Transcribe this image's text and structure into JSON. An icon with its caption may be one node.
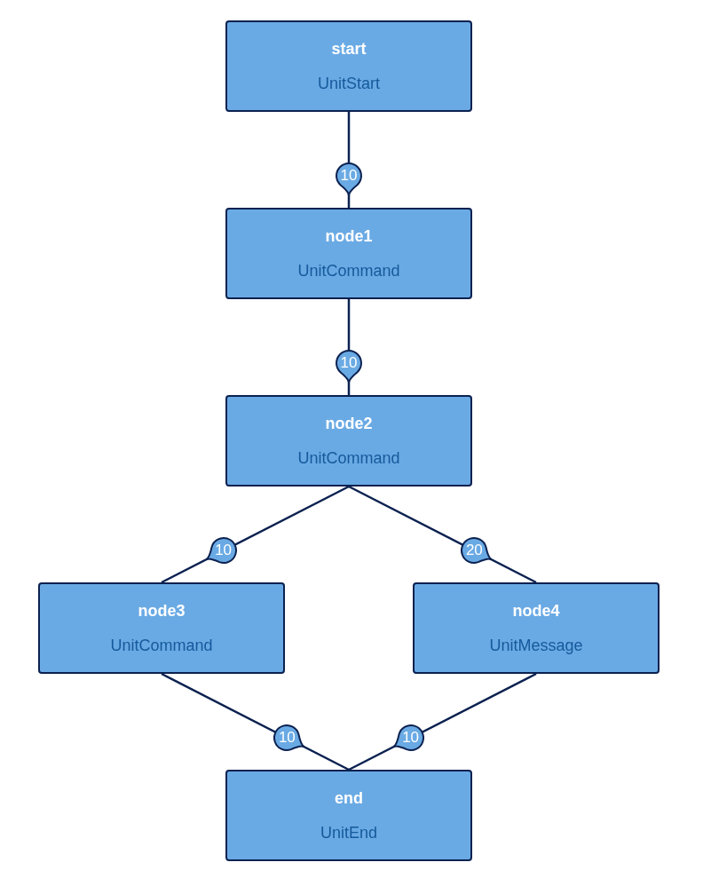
{
  "diagram": {
    "nodes": [
      {
        "text": [
          "start",
          "UnitStart"
        ]
      },
      {
        "text": [
          "node1",
          "UnitCommand"
        ]
      },
      {
        "text": [
          "node2",
          "UnitCommand"
        ]
      },
      {
        "text": [
          "node3",
          "UnitCommand"
        ]
      },
      {
        "text": [
          "node4",
          "UnitMessage"
        ]
      },
      {
        "text": [
          "end",
          "UnitEnd"
        ]
      }
    ],
    "edges": [
      {
        "from": 0,
        "to": 1,
        "arrow": "none",
        "label": "10"
      },
      {
        "from": 1,
        "to": 2,
        "arrow": "none",
        "label": "10"
      },
      {
        "from": 2,
        "to": 3,
        "arrow": "none",
        "label": "10"
      },
      {
        "from": 2,
        "to": 4,
        "arrow": "none",
        "label": "20"
      },
      {
        "from": 3,
        "to": 5,
        "arrow": "none",
        "label": "10"
      },
      {
        "from": 4,
        "to": 5,
        "arrow": "none",
        "label": "10"
      }
    ]
  }
}
